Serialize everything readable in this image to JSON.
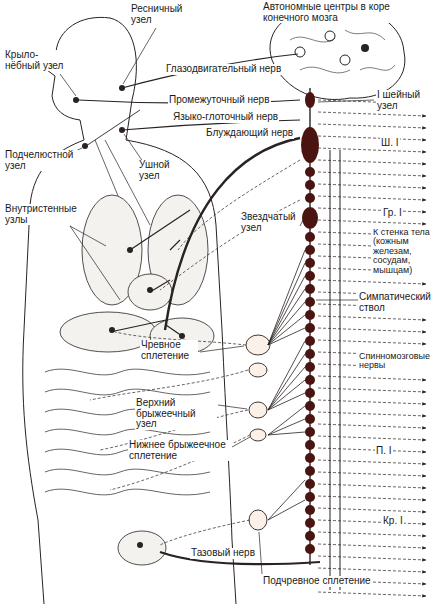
{
  "diagram": {
    "labels": [
      "Ресничный узел",
      "Автономные центры в коре конечного мозга",
      "Крыло-нёбный узел",
      "Глазодвигательный нерв",
      "I шейный узел",
      "Промежуточный нерв",
      "Языко-глоточный нерв",
      "Ш. I",
      "Подчелюстной узел",
      "Блуждающий нерв",
      "Ушной узел",
      "Внутристенные узлы",
      "Гр. I",
      "Звездчатый узел",
      "К стенка тела (кожным железам, сосудам, мышцам)",
      "Симпатический ствол",
      "Чревное сплетение",
      "Спинномозговые нервы",
      "Верхний брыжеечный узел",
      "Нижнее брыжеечное сплетение",
      "П. I",
      "Кр. I",
      "Тазовый нерв",
      "Подчревное сплетение"
    ]
  }
}
